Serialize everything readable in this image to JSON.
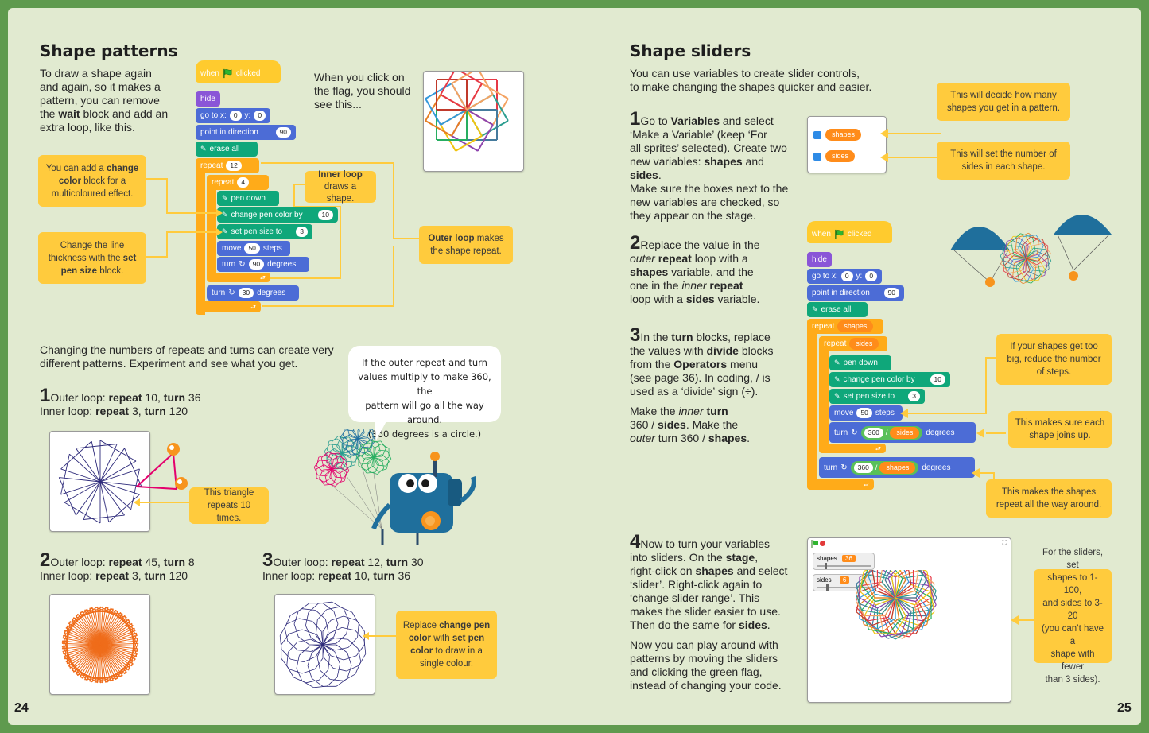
{
  "left": {
    "title": "Shape patterns",
    "intro": [
      "To draw a shape again",
      "and again, so it makes a",
      "pattern, you can remove",
      "the ",
      "wait",
      " block and add an",
      "extra loop, like this."
    ],
    "click_text": [
      "When you click on",
      "the flag, you should",
      "see this..."
    ],
    "callout_change_color": [
      "You can add a ",
      "change color",
      " block for a",
      "multicoloured effect."
    ],
    "callout_pen_size": [
      "Change the line",
      "thickness with the ",
      "set pen size",
      " block."
    ],
    "callout_inner_loop": [
      "Inner loop",
      "draws a shape."
    ],
    "callout_outer_loop": [
      "Outer loop",
      " makes",
      "the shape repeat."
    ],
    "script": {
      "when": "when",
      "clicked": "clicked",
      "hide": "hide",
      "goto": "go to x:",
      "goto_x": "0",
      "goto_y_label": "y:",
      "goto_y": "0",
      "point": "point in direction",
      "point_val": "90",
      "erase": "erase all",
      "repeat": "repeat",
      "outer_repeat": "12",
      "inner_repeat": "4",
      "pen_down": "pen down",
      "change_color": "change pen color by",
      "change_color_val": "10",
      "pen_size": "set pen size to",
      "pen_size_val": "3",
      "move": "move",
      "move_val": "50",
      "steps": "steps",
      "turn": "turn",
      "inner_turn": "90",
      "degrees": "degrees",
      "outer_turn": "30"
    },
    "changing": [
      "Changing the numbers of repeats and turns can create very",
      "different patterns.  Experiment and see what you get."
    ],
    "bubble": [
      "If the outer repeat and turn",
      "values multiply to make 360, the",
      "pattern will go all the way around.",
      "(360 degrees is a circle.)"
    ],
    "ex1": {
      "num": "1",
      "line1a": "Outer loop: ",
      "line1b": "repeat",
      " line1c": " 10, ",
      "line1d": "turn",
      "line1e": " 36",
      "line2a": "Inner loop: ",
      "line2b": "repeat",
      "line2c": " 3, ",
      "line2d": "turn",
      "line2e": " 120"
    },
    "ex2": {
      "num": "2",
      "line1a": "Outer loop: ",
      "line1b": "repeat",
      "line1c": " 45, ",
      "line1d": "turn",
      "line1e": " 8",
      "line2a": "Inner loop: ",
      "line2b": "repeat",
      "line2c": " 3, ",
      "line2d": "turn",
      "line2e": " 120"
    },
    "ex3": {
      "num": "3",
      "line1a": "Outer loop: ",
      "line1b": "repeat",
      "line1c": " 12, ",
      "line1d": "turn",
      "line1e": " 30",
      "line2a": "Inner loop: ",
      "line2b": "repeat",
      "line2c": " 10, ",
      "line2d": "turn",
      "line2e": " 36"
    },
    "callout_triangle": [
      "This triangle",
      "repeats 10 times."
    ],
    "callout_single": [
      "Replace ",
      "change pen",
      "color",
      " with ",
      "set pen",
      "color",
      " to draw in a",
      "single colour."
    ],
    "page_number": "24"
  },
  "right": {
    "title": "Shape sliders",
    "intro": [
      "You can use variables to create slider controls,",
      "to make changing the shapes quicker and easier."
    ],
    "step1": [
      "1",
      "Go to ",
      "Variables",
      " and select",
      "‘Make a Variable’ (keep ‘For",
      "all sprites’ selected). Create two",
      "new variables: ",
      "shapes",
      " and ",
      "sides",
      ".",
      "Make sure the boxes next to the",
      "new variables are checked, so",
      "they appear on the stage."
    ],
    "step2": [
      "2",
      "Replace the value in the",
      "outer",
      " repeat",
      " loop with a",
      "shapes",
      " variable, and the",
      "one in the ",
      "inner",
      " repeat",
      "loop with a ",
      "sides",
      " variable."
    ],
    "step3": [
      "3",
      "In the ",
      "turn",
      " blocks, replace",
      "the values with ",
      "divide",
      " blocks",
      "from the ",
      "Operators",
      " menu",
      "(see page 36). In coding, / is",
      "used as a ‘divide’ sign (÷).",
      "Make the ",
      "inner",
      " turn",
      "360 / ",
      "sides",
      ". Make the",
      "outer",
      " turn 360 / ",
      "shapes",
      "."
    ],
    "step4": [
      "4",
      "Now to turn your variables",
      "into sliders. On the ",
      "stage",
      ",",
      "right-click on ",
      "shapes",
      " and select",
      "‘slider’. Right-click again to",
      "‘change slider range’. This",
      "makes the slider easier to use.",
      "Then do the same for ",
      "sides",
      "."
    ],
    "step4b": [
      "Now you can play around with",
      "patterns by moving the sliders",
      "and clicking the green flag,",
      "instead of changing your code."
    ],
    "vars": {
      "shapes": "shapes",
      "sides": "sides"
    },
    "callout_shapes": [
      "This will decide how many",
      "shapes you get in a pattern."
    ],
    "callout_sides": [
      "This will set the number of",
      "sides in each shape."
    ],
    "callout_big": [
      "If your shapes get too",
      "big, reduce the number",
      "of steps."
    ],
    "callout_joins": [
      "This makes sure each",
      "shape joins up."
    ],
    "callout_around": [
      "This makes the shapes",
      "repeat all the way around."
    ],
    "callout_sliders": [
      "For the sliders, set",
      "shapes to 1-100,",
      "and sides to 3-20",
      "(you can’t have a",
      "shape with fewer",
      "than 3 sides)."
    ],
    "script": {
      "turn_num": "360",
      "div": "/",
      "sides": "sides",
      "shapes": "shapes"
    },
    "stage": {
      "shapes_label": "shapes",
      "shapes_val": "36",
      "sides_label": "sides",
      "sides_val": "6"
    },
    "page_number": "25"
  },
  "colors": {
    "callout": "#ffcb3d",
    "event": "#ffcb2e",
    "looks": "#8a55d7",
    "motion": "#4c6cd6",
    "pen": "#0fa77a",
    "control": "#ffab19",
    "variable": "#ff8c1a",
    "operator": "#59c059",
    "page": "#e1ead0",
    "border": "#5f9a4e"
  }
}
